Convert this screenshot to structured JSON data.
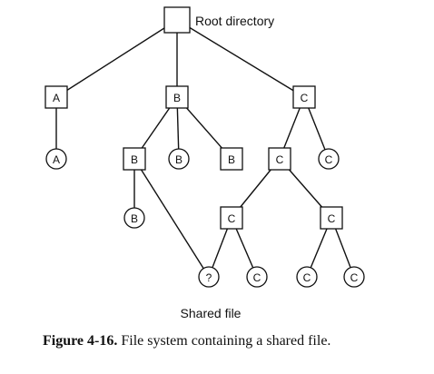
{
  "diagram": {
    "root_label": "Root directory",
    "shared_file_label": "Shared file",
    "nodes": [
      {
        "id": "root",
        "kind": "directory",
        "label": ""
      },
      {
        "id": "a",
        "kind": "directory",
        "label": "A"
      },
      {
        "id": "b",
        "kind": "directory",
        "label": "B"
      },
      {
        "id": "c",
        "kind": "directory",
        "label": "C"
      },
      {
        "id": "a-file",
        "kind": "file",
        "label": "A"
      },
      {
        "id": "b-dir1",
        "kind": "directory",
        "label": "B"
      },
      {
        "id": "b-file",
        "kind": "file",
        "label": "B"
      },
      {
        "id": "b-dir2",
        "kind": "directory",
        "label": "B"
      },
      {
        "id": "c-dir1",
        "kind": "directory",
        "label": "C"
      },
      {
        "id": "c-file1",
        "kind": "file",
        "label": "C"
      },
      {
        "id": "b-file2",
        "kind": "file",
        "label": "B"
      },
      {
        "id": "c-dir2",
        "kind": "directory",
        "label": "C"
      },
      {
        "id": "c-dir3",
        "kind": "directory",
        "label": "C"
      },
      {
        "id": "shared",
        "kind": "file",
        "label": "?"
      },
      {
        "id": "c-file2",
        "kind": "file",
        "label": "C"
      },
      {
        "id": "c-file3",
        "kind": "file",
        "label": "C"
      },
      {
        "id": "c-file4",
        "kind": "file",
        "label": "C"
      }
    ],
    "edges": [
      [
        "root",
        "a"
      ],
      [
        "root",
        "b"
      ],
      [
        "root",
        "c"
      ],
      [
        "a",
        "a-file"
      ],
      [
        "b",
        "b-dir1"
      ],
      [
        "b",
        "b-file"
      ],
      [
        "b",
        "b-dir2"
      ],
      [
        "c",
        "c-dir1"
      ],
      [
        "c",
        "c-file1"
      ],
      [
        "b-dir1",
        "b-file2"
      ],
      [
        "b-dir1",
        "shared"
      ],
      [
        "c-dir1",
        "c-dir2"
      ],
      [
        "c-dir1",
        "c-dir3"
      ],
      [
        "c-dir2",
        "shared"
      ],
      [
        "c-dir2",
        "c-file2"
      ],
      [
        "c-dir3",
        "c-file3"
      ],
      [
        "c-dir3",
        "c-file4"
      ]
    ]
  },
  "caption": {
    "number": "Figure 4-16.",
    "text": "File system containing a shared file."
  }
}
